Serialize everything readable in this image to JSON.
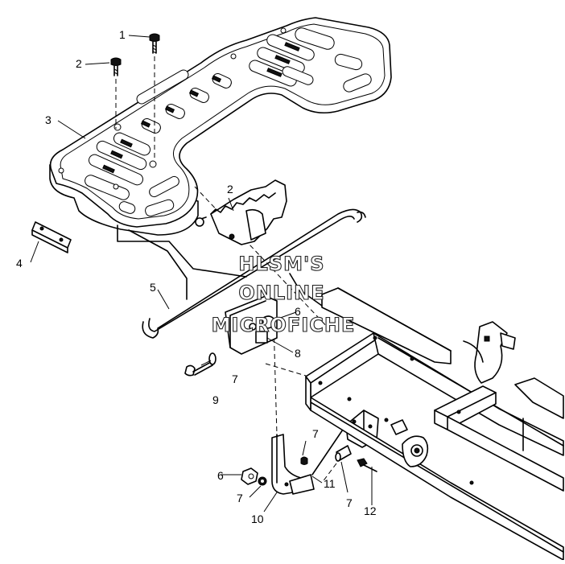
{
  "diagram": {
    "watermark": [
      "HLSM'S",
      "ONLINE",
      "MICROFICHE"
    ],
    "callouts": {
      "c1": "1",
      "c2a": "2",
      "c2b": "2",
      "c3": "3",
      "c4": "4",
      "c5": "5",
      "c6a": "6",
      "c6b": "6",
      "c7a": "7",
      "c7b": "7",
      "c7c": "7",
      "c7d": "7",
      "c8": "8",
      "c9": "9",
      "c10": "10",
      "c11": "11",
      "c12": "12"
    }
  }
}
